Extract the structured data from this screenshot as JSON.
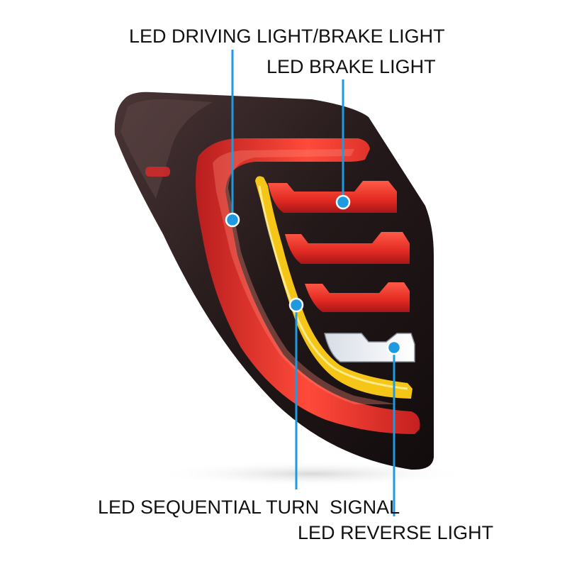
{
  "callouts": {
    "drl_brake": "LED DRIVING LIGHT/BRAKE LIGHT",
    "brake": "LED BRAKE LIGHT",
    "turn_signal": "LED SEQUENTIAL TURN  SIGNAL",
    "reverse": "LED REVERSE LIGHT"
  },
  "colors": {
    "callout_line": "#1e9be0",
    "callout_dot": "#1e9be0",
    "housing": "#2b1f20",
    "red_led": "#e8342a",
    "amber_led": "#f5c518",
    "reverse_led": "#eef2f8"
  }
}
